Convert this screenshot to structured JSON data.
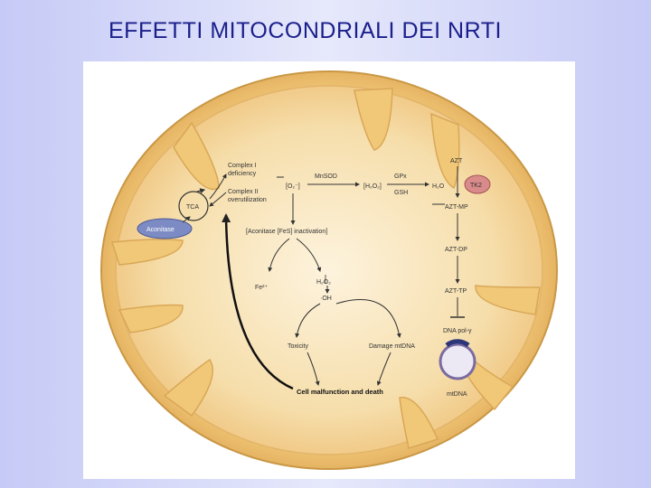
{
  "slide": {
    "title": "EFFETTI MITOCONDRIALI DEI NRTI"
  },
  "diagram": {
    "complex_i": "Complex I",
    "deficiency": "deficiency",
    "complex_ii": "Complex II",
    "overutilization": "overutilization",
    "tca": "TCA",
    "aconitase": "Aconitase",
    "superoxide": "[O₂⁻]",
    "mnsod": "MnSOD",
    "h2o2_bracket": "[H₂O₂]",
    "gpx": "GPx",
    "gsh": "GSH",
    "h2o": "H₂O",
    "aconitase_inactivation": "[Aconitase [FeS] inactivation]",
    "fe2": "Fe²⁺",
    "h2o2": "H₂O₂",
    "oh": "·OH",
    "toxicity": "Toxicity",
    "damage_mtdna": "Damage mtDNA",
    "cell_death": "Cell malfunction and death",
    "azt": "AZT",
    "tk2": "TK2",
    "azt_mp": "AZT-MP",
    "azt_dp": "AZT-DP",
    "azt_tp": "AZT-TP",
    "dna_pol": "DNA pol-γ",
    "mtdna": "mtDNA"
  }
}
